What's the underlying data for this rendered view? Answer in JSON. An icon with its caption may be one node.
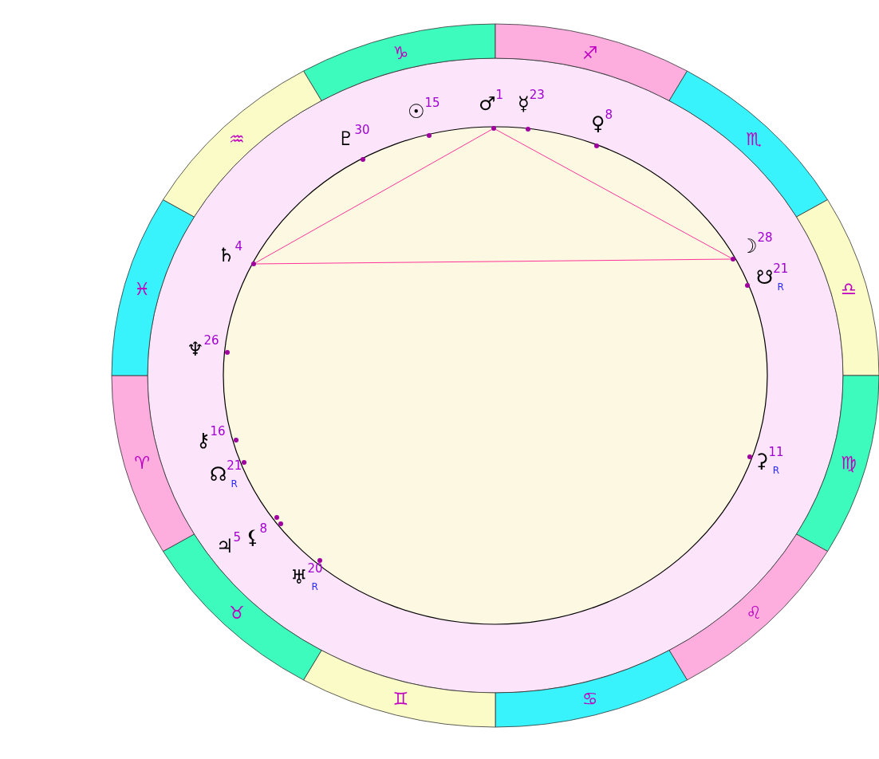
{
  "diagram": {
    "nodes": [
      {
        "text": [
          "♑"
        ]
      },
      {
        "text": [
          "♐"
        ]
      },
      {
        "text": [
          "♏"
        ]
      },
      {
        "text": [
          "♎"
        ]
      },
      {
        "text": [
          "♍"
        ]
      },
      {
        "text": [
          "♌"
        ]
      },
      {
        "text": [
          "♋"
        ]
      },
      {
        "text": [
          "♊"
        ]
      },
      {
        "text": [
          "♉"
        ]
      },
      {
        "text": [
          "♈"
        ]
      },
      {
        "text": [
          "♓"
        ]
      },
      {
        "text": [
          "♒"
        ]
      },
      {
        "text": [],
        "shape": "circle"
      },
      {
        "text": [],
        "shape": "circle"
      },
      {
        "text": [],
        "shape": "circle"
      }
    ],
    "edges": [
      {
        "from": 12,
        "to": 13,
        "arrow": "none"
      },
      {
        "from": 13,
        "to": 14,
        "arrow": "none"
      },
      {
        "from": 14,
        "to": 12,
        "arrow": "none"
      }
    ],
    "labels": [
      "♂$^{1}$",
      "☿$^{23}$",
      "☉$^{15}$",
      "♀$^{8}$",
      "♇$^{30}$",
      "☽$^{28}$",
      "♄$^{4}$",
      "☋$^{21}$$_{R}$",
      "♆$^{26}$",
      "⚷$^{16}$",
      "⚳$^{11}$$_{R}$",
      "☊$^{21}$$_{R}$",
      "⚸$^{8}$",
      "♃$^{5}$",
      "♅$^{20}$$_{R}$"
    ]
  }
}
